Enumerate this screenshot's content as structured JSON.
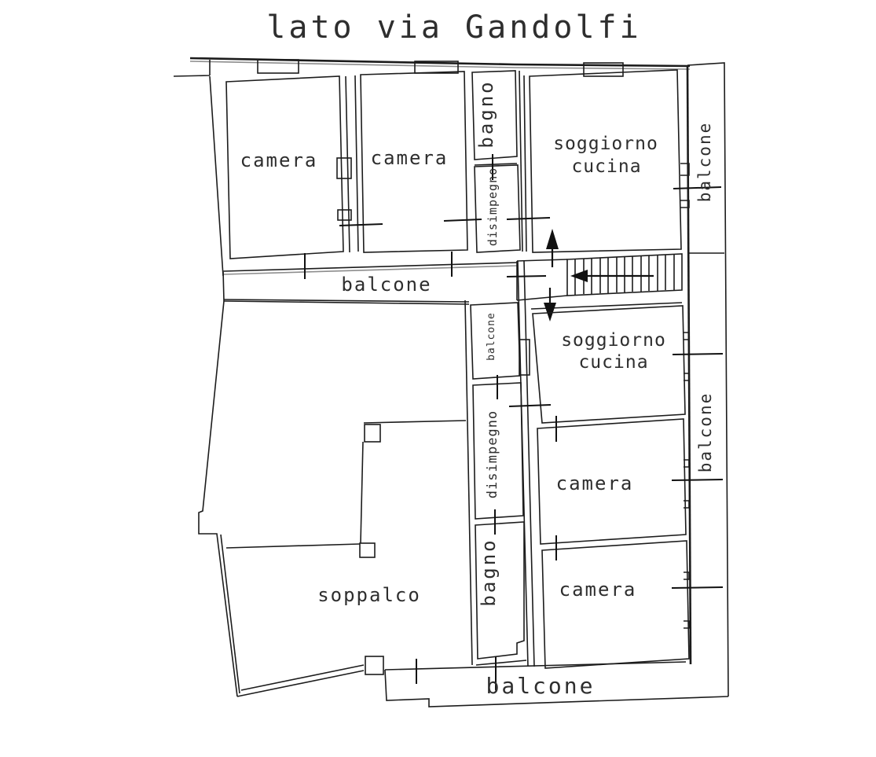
{
  "title": "lato via Gandolfi",
  "floor_plan": {
    "rooms": [
      {
        "id": "camera-top-left",
        "label": "camera"
      },
      {
        "id": "camera-top-center",
        "label": "camera"
      },
      {
        "id": "bagno-top",
        "label": "bagno"
      },
      {
        "id": "disimpegno-top",
        "label": "disimpegno"
      },
      {
        "id": "soggiorno-cucina-top",
        "label_line1": "soggiorno",
        "label_line2": "cucina"
      },
      {
        "id": "balcone-right-top",
        "label": "balcone"
      },
      {
        "id": "balcone-middle-strip",
        "label": "balcone"
      },
      {
        "id": "balcone-small-middle",
        "label": "balcone"
      },
      {
        "id": "soggiorno-cucina-middle",
        "label_line1": "soggiorno",
        "label_line2": "cucina"
      },
      {
        "id": "disimpegno-middle",
        "label": "disimpegno"
      },
      {
        "id": "camera-right-middle",
        "label": "camera"
      },
      {
        "id": "bagno-bottom",
        "label": "bagno"
      },
      {
        "id": "camera-right-bottom",
        "label": "camera"
      },
      {
        "id": "balcone-right-middle",
        "label": "balcone"
      },
      {
        "id": "soppalco",
        "label": "soppalco"
      },
      {
        "id": "balcone-bottom",
        "label": "balcone"
      }
    ],
    "stairs": {
      "treads": 13,
      "direction_arrows": [
        "up",
        "down",
        "left"
      ]
    },
    "line_color": "#1c1c1c",
    "background": "#ffffff"
  }
}
